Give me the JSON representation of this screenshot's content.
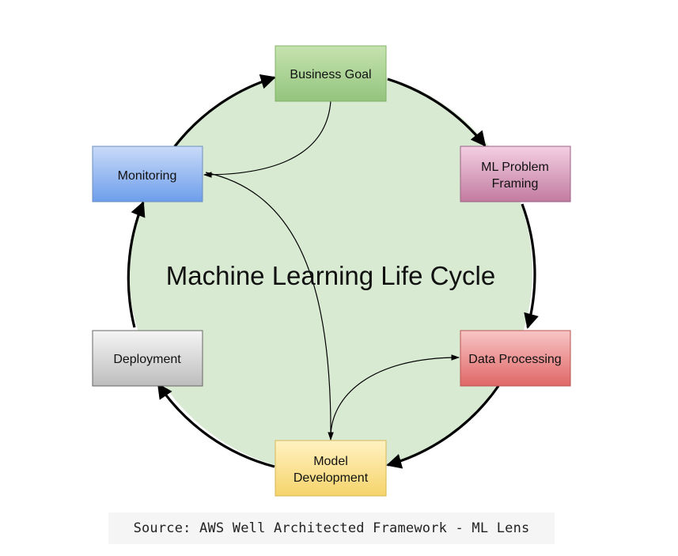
{
  "diagram": {
    "title": "Machine Learning Life Cycle",
    "nodes": {
      "business_goal": {
        "lines": [
          "Business Goal"
        ],
        "color": "#a9d18e"
      },
      "ml_problem_framing": {
        "lines": [
          "ML Problem",
          "Framing"
        ],
        "color": "#d9a0c4"
      },
      "data_processing": {
        "lines": [
          "Data Processing"
        ],
        "color": "#ee9b9b"
      },
      "model_development": {
        "lines": [
          "Model",
          "Development"
        ],
        "color": "#fde38f"
      },
      "deployment": {
        "lines": [
          "Deployment"
        ],
        "color": "#d9d9d9"
      },
      "monitoring": {
        "lines": [
          "Monitoring"
        ],
        "color": "#9fbcec"
      }
    },
    "cycle_order": [
      "Business Goal",
      "ML Problem Framing",
      "Data Processing",
      "Model Development",
      "Deployment",
      "Monitoring"
    ],
    "circle_fill": "#d9ead3"
  },
  "caption": "Source: AWS Well Architected Framework - ML Lens"
}
